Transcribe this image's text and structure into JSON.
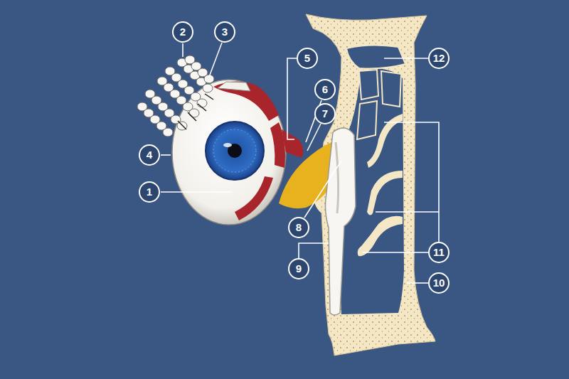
{
  "diagram": {
    "labels": [
      "2",
      "3",
      "12",
      "5",
      "6",
      "7",
      "4",
      "11",
      "1",
      "8",
      "9",
      "10"
    ]
  }
}
